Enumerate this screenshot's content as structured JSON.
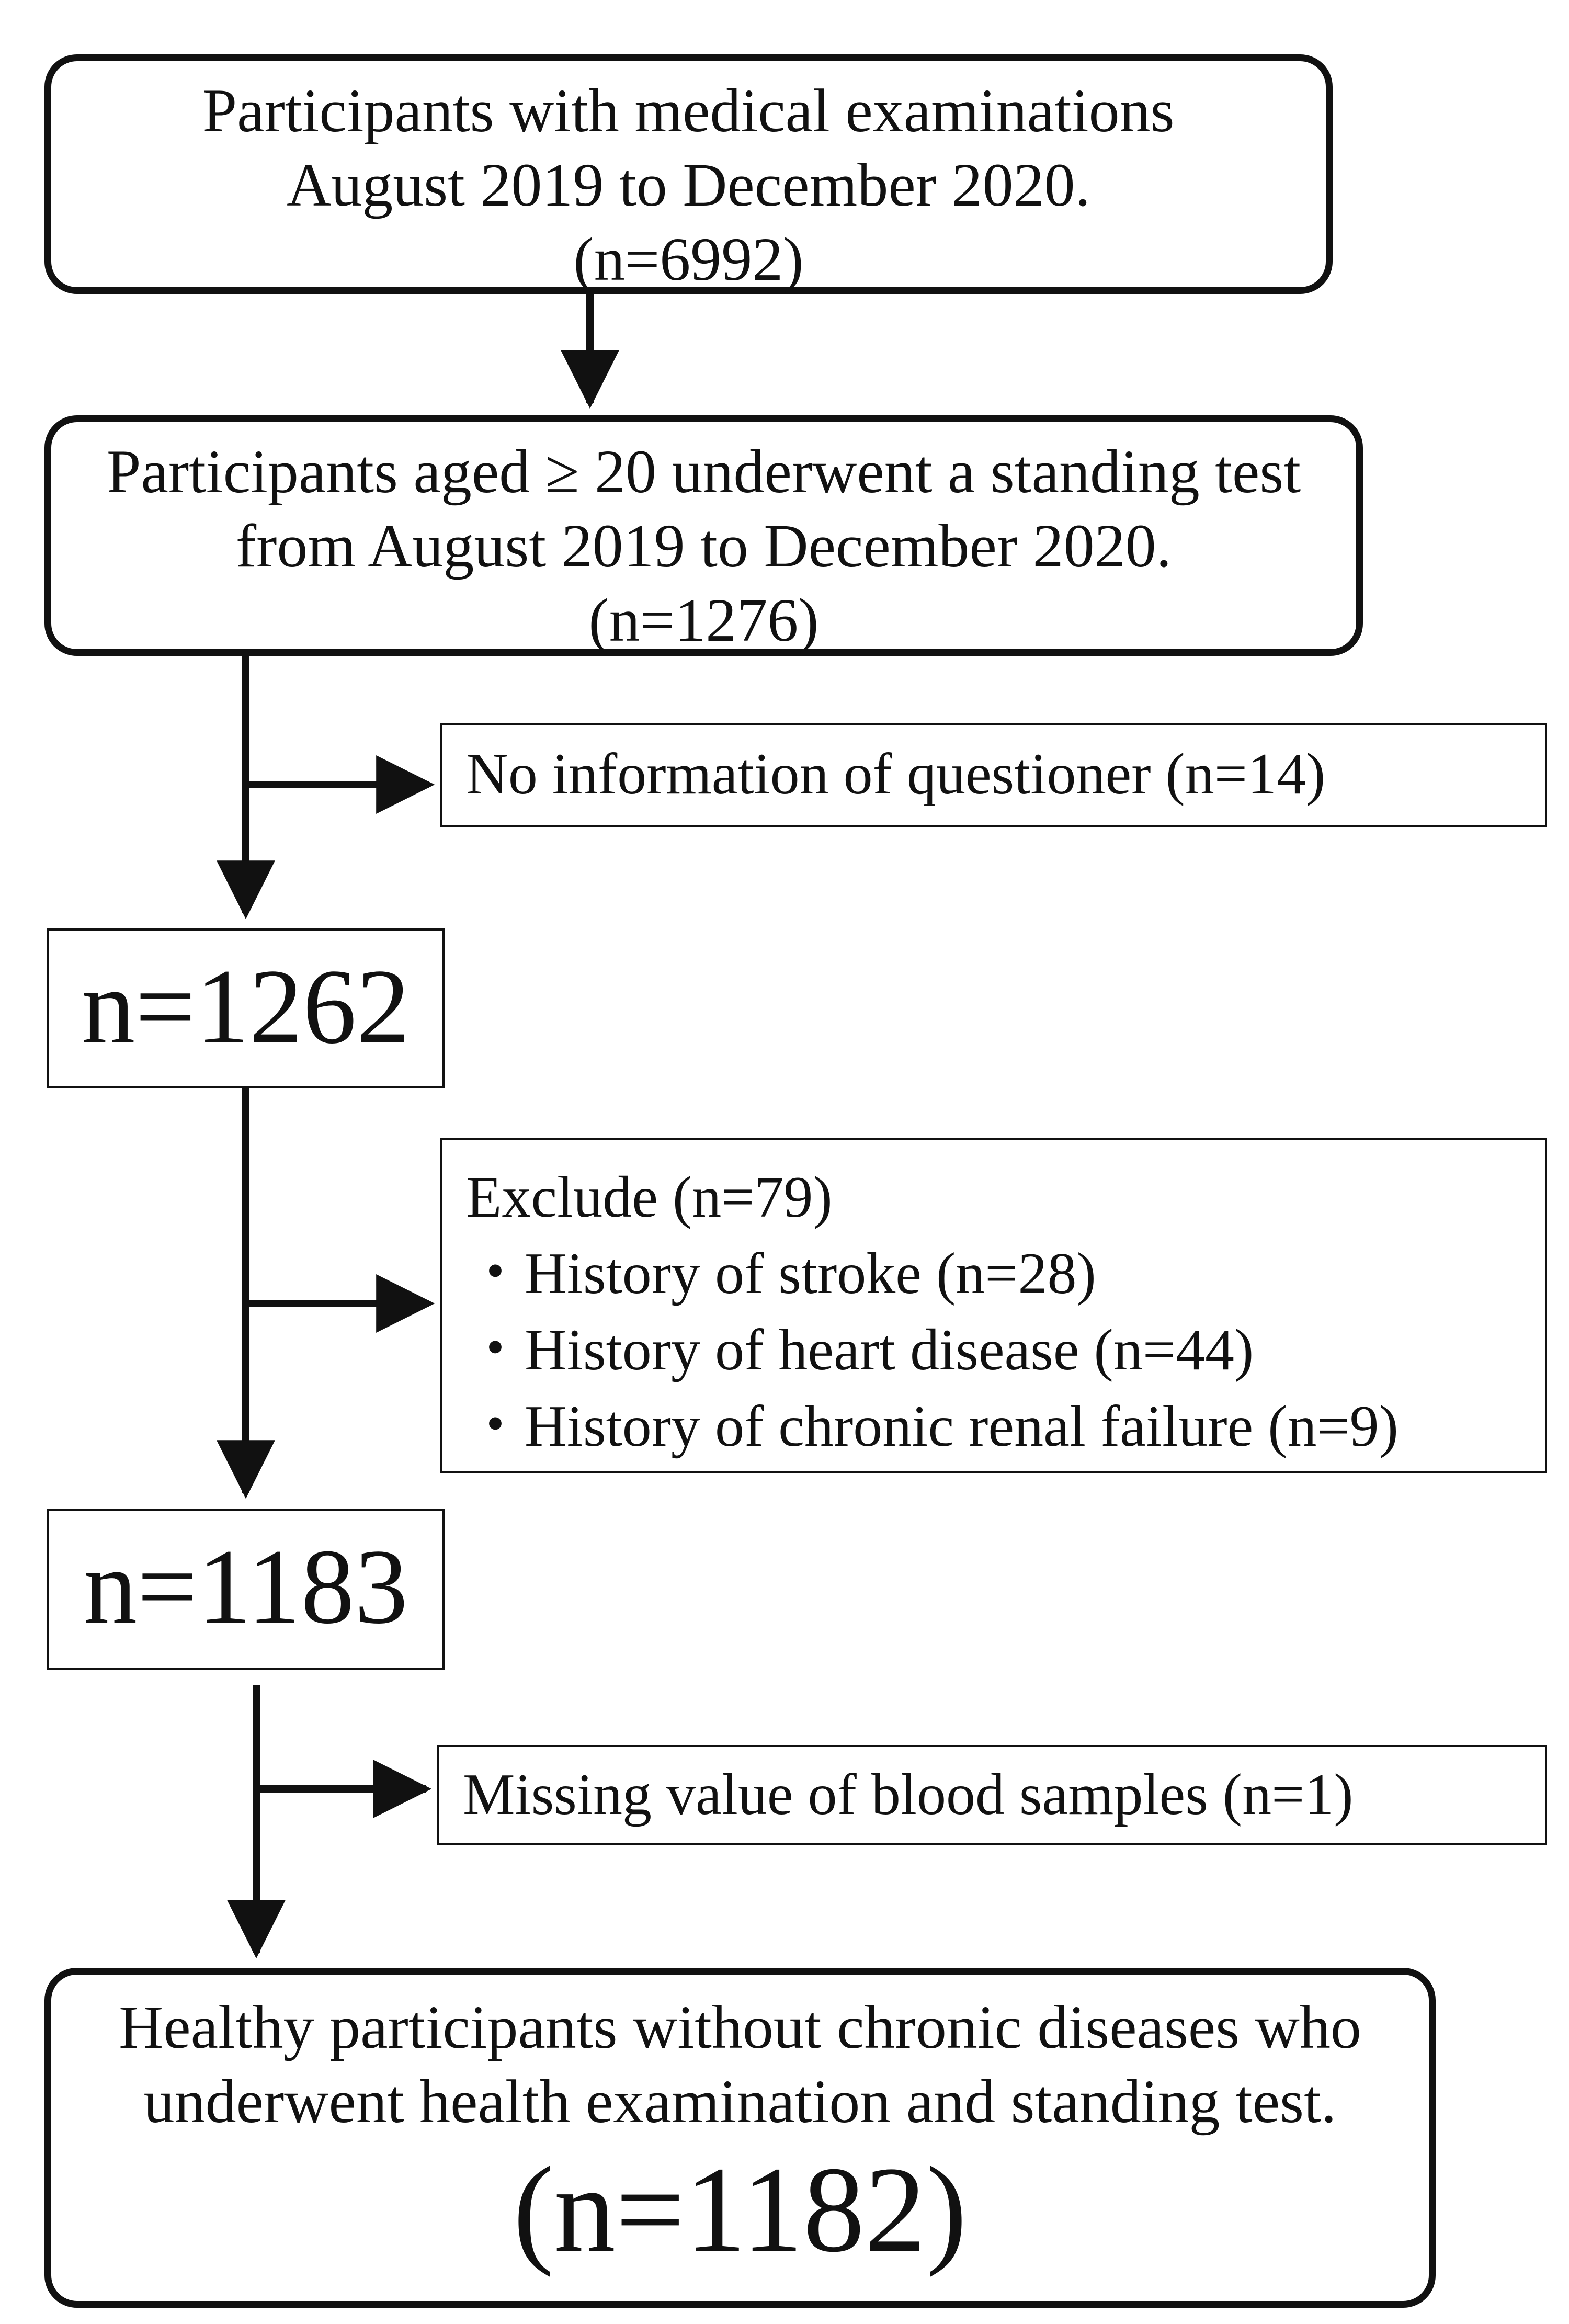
{
  "flowchart": {
    "start": {
      "lines": [
        "Participants  with  medical examinations",
        "August 2019 to December 2020.",
        "(n=6992)"
      ]
    },
    "standing": {
      "lines": [
        "Participants aged ≥ 20 underwent a standing test",
        "from August 2019 to December 2020.",
        "(n=1276)"
      ]
    },
    "exclusion_questioner": {
      "text": "No information of questioner (n=14)"
    },
    "count_after_questioner": {
      "text": "n=1262"
    },
    "exclusion_history": {
      "heading": "Exclude (n=79)",
      "items": [
        "・History of stroke (n=28)",
        "・History of heart disease  (n=44)",
        "・History of chronic renal failure (n=9)"
      ]
    },
    "count_after_history": {
      "text": "n=1183"
    },
    "exclusion_blood": {
      "text": "Missing value of blood samples (n=1)"
    },
    "final": {
      "lines": [
        "Healthy participants without chronic diseases who",
        "underwent health examination and standing test."
      ],
      "count": "(n=1182)"
    }
  },
  "colors": {
    "line": "#111111",
    "background": "#ffffff"
  }
}
